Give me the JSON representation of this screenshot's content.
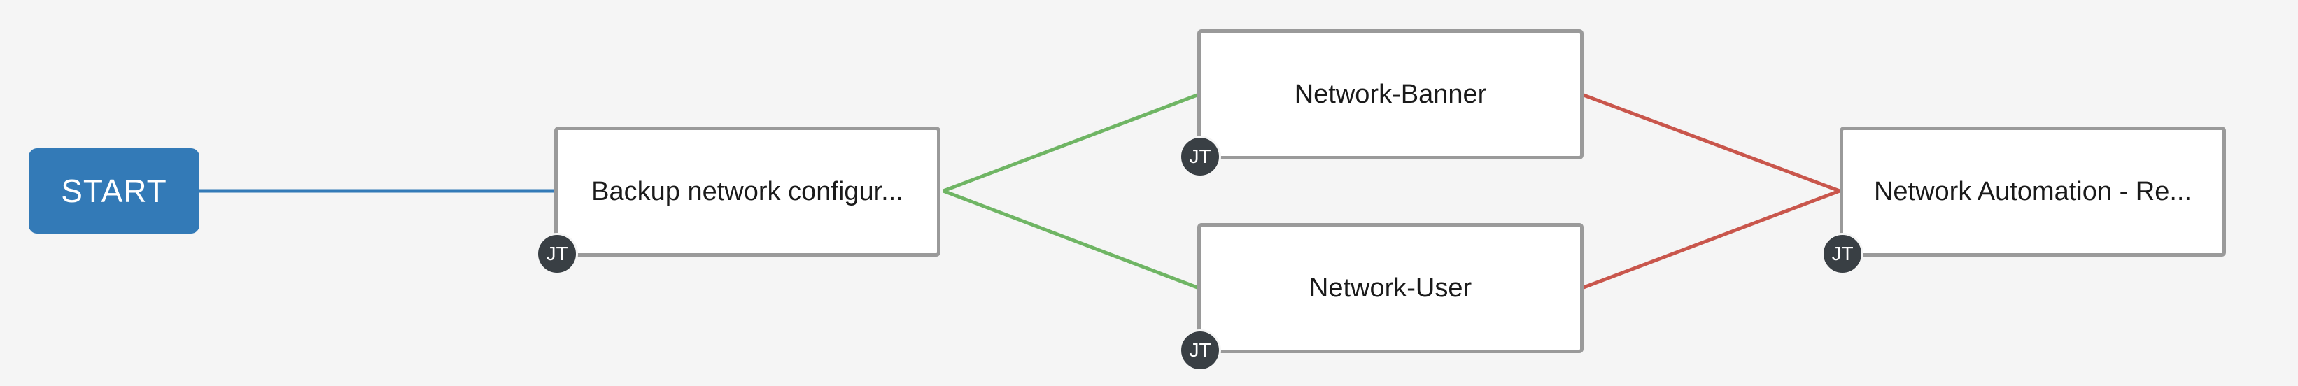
{
  "workflow": {
    "start_label": "START",
    "nodes": {
      "backup": {
        "label": "Backup network configur...",
        "badge": "JT"
      },
      "banner": {
        "label": "Network-Banner",
        "badge": "JT"
      },
      "user": {
        "label": "Network-User",
        "badge": "JT"
      },
      "nar": {
        "label": "Network Automation - Re...",
        "badge": "JT"
      }
    },
    "link_colors": {
      "always": "#337ab7",
      "success": "#6fb564",
      "failure": "#c9564c"
    }
  }
}
